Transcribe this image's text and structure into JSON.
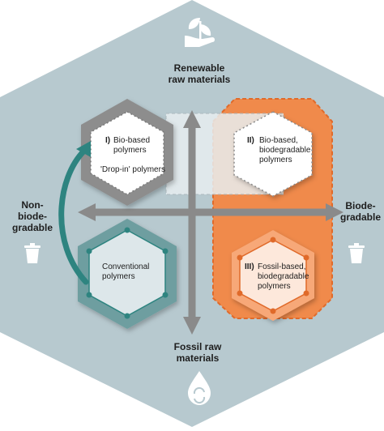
{
  "axes": {
    "top": [
      "Renewable",
      "raw materials"
    ],
    "bottom": [
      "Fossil raw",
      "materials"
    ],
    "left": [
      "Non-",
      "biode-",
      "gradable"
    ],
    "right": [
      "Biode-",
      "gradable"
    ]
  },
  "quadrants": {
    "q1": {
      "line1": "I)",
      "line2": "Bio-based",
      "line3": "polymers",
      "line4": "'Drop-in' polymers"
    },
    "q2": {
      "line1": "II)",
      "line2": "Bio-based,",
      "line3": "biodegradable",
      "line4": "polymers"
    },
    "q3": {
      "line1": "Conventional",
      "line2": "polymers"
    },
    "q4": {
      "line1": "III)",
      "line2": "Fossil-based,",
      "line3": "biodegradable",
      "line4": "polymers"
    }
  },
  "icons": [
    "sprout-hand-icon",
    "trash-bin-icon",
    "oil-drop-recycle-icon"
  ],
  "colors": {
    "background": "#b7c9cf",
    "teal": "#2e8480",
    "orange": "#f08a4b",
    "gray": "#8a8a8a"
  }
}
